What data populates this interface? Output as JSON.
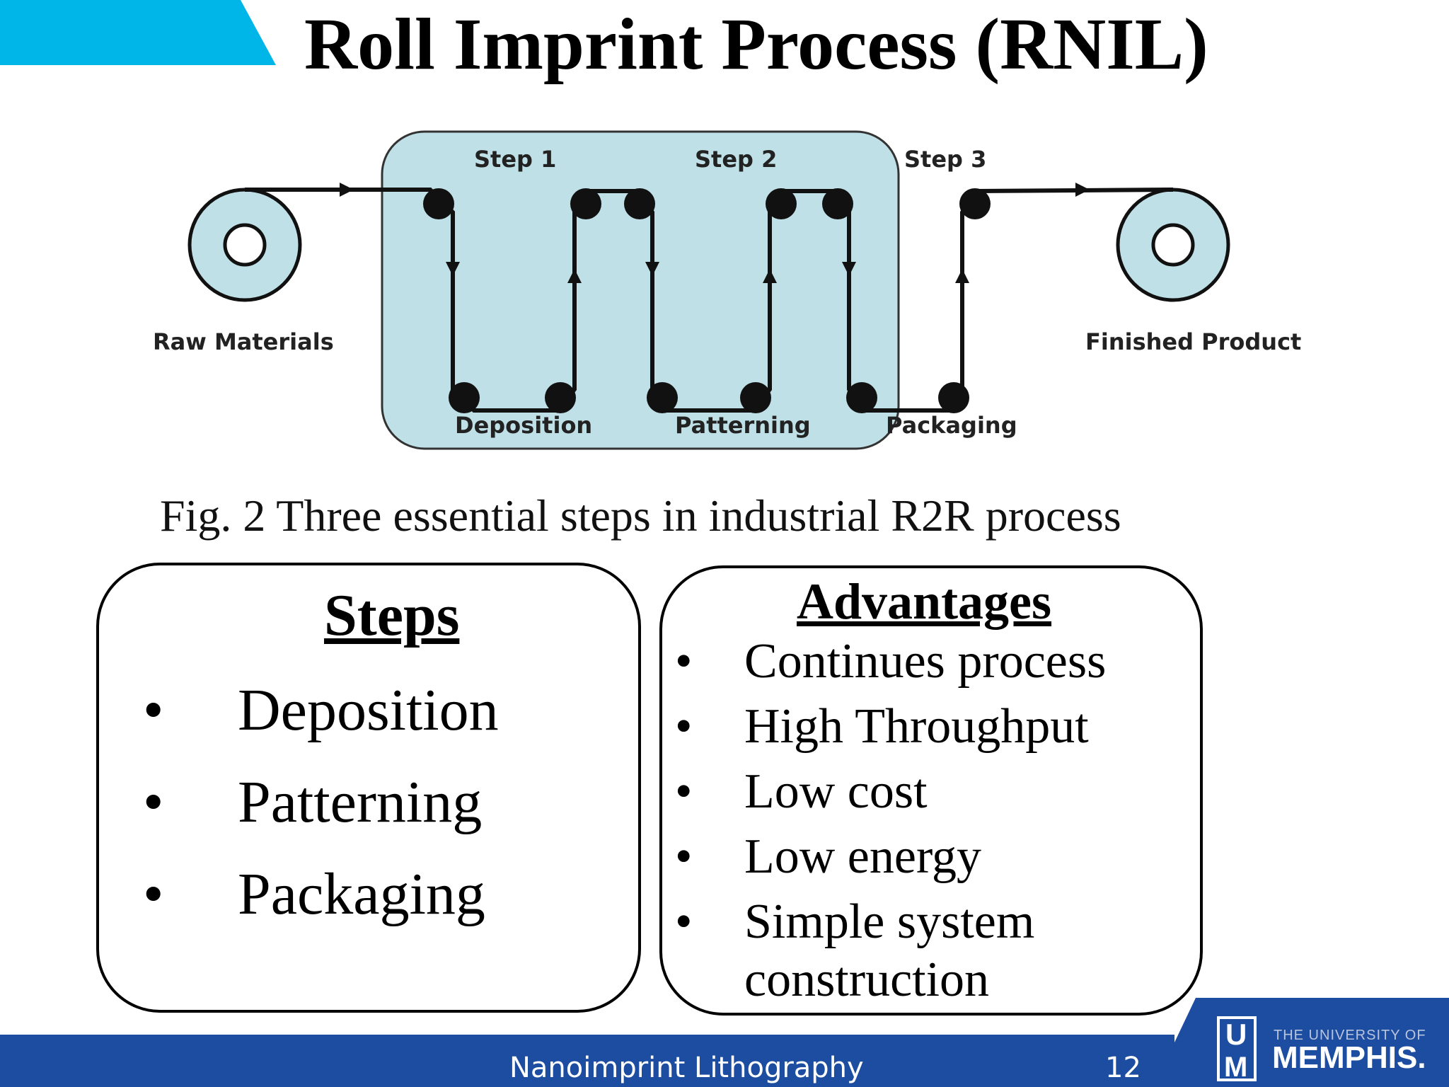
{
  "slide": {
    "title": "Roll Imprint Process (RNIL)",
    "accent_color": "#00b5e8",
    "footer_color": "#1d4da0"
  },
  "figure": {
    "step_labels": [
      "Step 1",
      "Step 2",
      "Step 3"
    ],
    "stage_labels": [
      "Deposition",
      "Patterning",
      "Packaging"
    ],
    "input_label": "Raw Materials",
    "output_label": "Finished Product",
    "caption": "Fig. 2 Three essential steps in industrial R2R process",
    "panel_color": "#bfe0e6"
  },
  "steps_box": {
    "heading": "Steps",
    "items": [
      "Deposition",
      "Patterning",
      "Packaging"
    ]
  },
  "advantages_box": {
    "heading": "Advantages",
    "items": [
      "Continues process",
      "High Throughput",
      "Low cost",
      "Low energy"
    ],
    "last_item_line1": "Simple system",
    "last_item_line2": "construction"
  },
  "footer": {
    "text": "Nanoimprint Lithography",
    "page_number": "12",
    "logo_small": "THE UNIVERSITY OF",
    "logo_big": "MEMPHIS."
  }
}
